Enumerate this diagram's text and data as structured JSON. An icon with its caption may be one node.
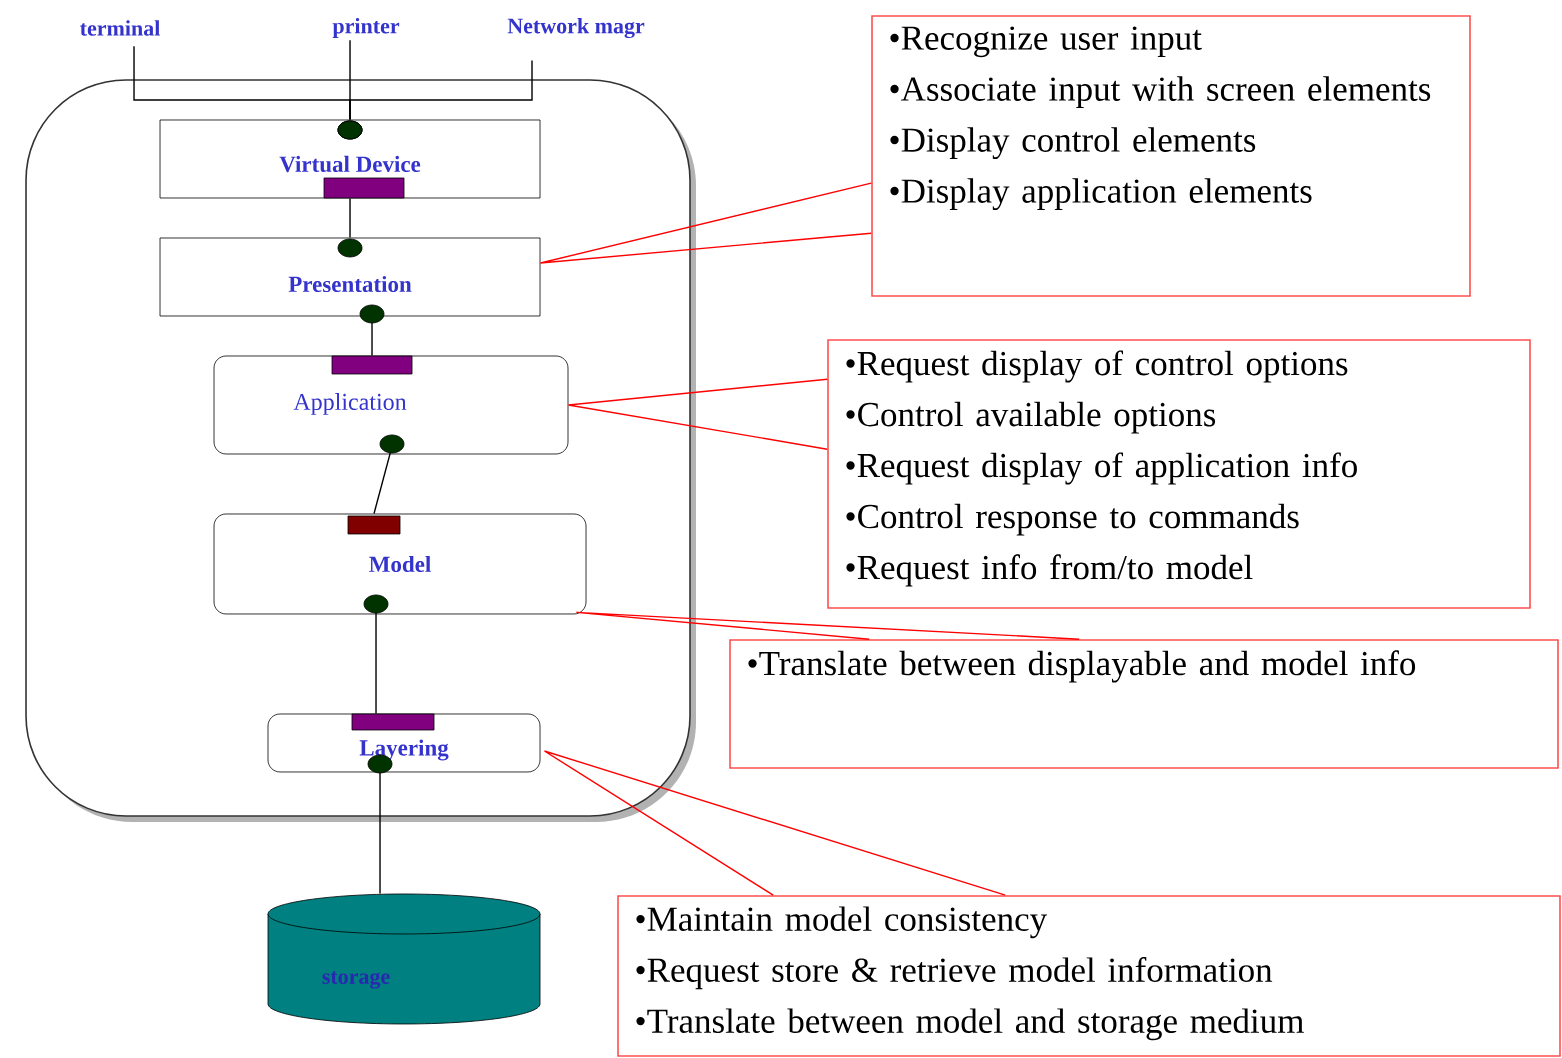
{
  "diagram": {
    "nodes": [
      {
        "text": [
          "terminal"
        ]
      },
      {
        "text": [
          "printer"
        ]
      },
      {
        "text": [
          "Network magr"
        ]
      },
      {
        "text": [],
        "shape": "box"
      },
      {
        "text": [
          "Virtual Device"
        ],
        "in": 3
      },
      {
        "text": [
          "Presentation"
        ],
        "in": 3
      },
      {
        "text": [
          "Application"
        ],
        "in": 3
      },
      {
        "text": [
          "Model"
        ],
        "in": 3
      },
      {
        "text": [
          "Layering"
        ],
        "in": 3
      },
      {
        "text": [
          "storage"
        ]
      },
      {
        "text": [
          "•Recognize user input",
          "•Associate input with screen elements",
          "•Display control elements",
          "•Display application elements"
        ]
      },
      {
        "text": [
          "•Request display of control options",
          "•Control available options",
          "•Request display of application info",
          "•Control response to commands",
          "•Request info from/to model"
        ]
      },
      {
        "text": [
          "•Translate between displayable and model info"
        ]
      },
      {
        "text": [
          "•Maintain model consistency",
          "•Request store & retrieve model information",
          "•Translate between model and storage medium"
        ]
      }
    ],
    "edges": [
      {
        "from": 0,
        "to": 4,
        "arrow": "other"
      },
      {
        "from": 1,
        "to": 4,
        "arrow": "other"
      },
      {
        "from": 2,
        "to": 4,
        "arrow": "other"
      },
      {
        "from": 4,
        "to": 5,
        "arrow": "other"
      },
      {
        "from": 5,
        "to": 6,
        "arrow": "other"
      },
      {
        "from": 6,
        "to": 7,
        "arrow": "other"
      },
      {
        "from": 7,
        "to": 8,
        "arrow": "other"
      },
      {
        "from": 8,
        "to": 9,
        "arrow": "other"
      },
      {
        "from": 5,
        "to": 10,
        "arrow": "none",
        "color": "#ff0000"
      },
      {
        "from": 6,
        "to": 11,
        "arrow": "none",
        "color": "#ff0000"
      },
      {
        "from": 7,
        "to": 12,
        "arrow": "none",
        "color": "#ff0000"
      },
      {
        "from": 8,
        "to": 13,
        "arrow": "none",
        "color": "#ff0000"
      }
    ]
  }
}
